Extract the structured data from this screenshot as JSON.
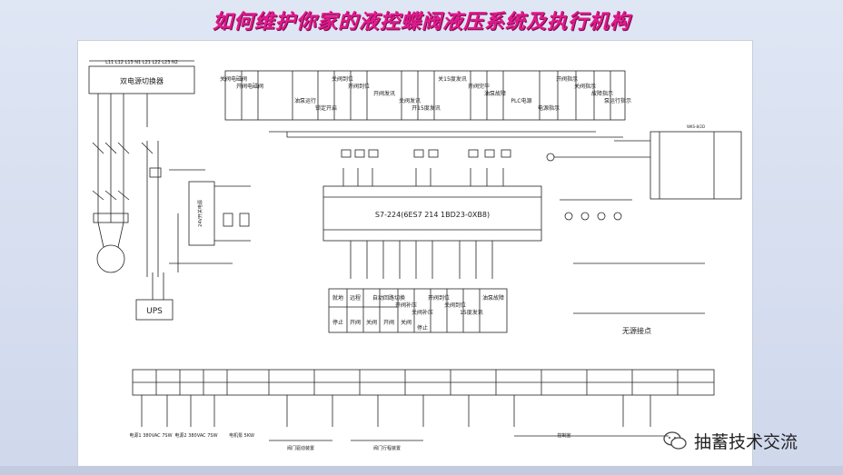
{
  "title": "如何维护你家的液控蝶阀液压系统及执行机构",
  "watermark": "抽蓄技术交流",
  "switch_panel": {
    "label": "双电源切换器",
    "terminals": "L11 L12 L13 N1  L21 L22 L23 N2"
  },
  "top_headers": [
    "关阀电磁阀",
    "开阀电磁阀",
    "",
    "油泵运行",
    "锁定开启",
    "关阀到位",
    "开阀到位",
    "开阀发讯",
    "关阀发讯",
    "开15度发讯",
    "关15度发讯",
    "开阀完毕",
    "油泵故障",
    "PLC电源",
    "电源指示",
    "开阀指示",
    "关阀指示",
    "故障指示",
    "泵运行指示"
  ],
  "plc_label": "S7-224(6ES7 214  1BD23-0XB8)",
  "bottom_headers_top": [
    "就地",
    "远程",
    "自动回路切换",
    "开阀补压",
    "关阀补压",
    "开阀到位",
    "关阀到位",
    "15度发讯",
    "油泵故障"
  ],
  "bottom_headers_bot": [
    "停止",
    "开阀",
    "关阀",
    "开阀",
    "关阀",
    "停止"
  ],
  "dry_contacts": "无源接点",
  "ups": "UPS",
  "power_labels": [
    "电源1 380VAC 7SW",
    "电源2 380VAC 7SW",
    "电机泵 5KW"
  ],
  "bottom_groups": [
    "阀门驱动装置",
    "阀门行程装置",
    "控制室"
  ],
  "dc_label": "24V开关电源",
  "relay_box": "WKS-8/2D"
}
